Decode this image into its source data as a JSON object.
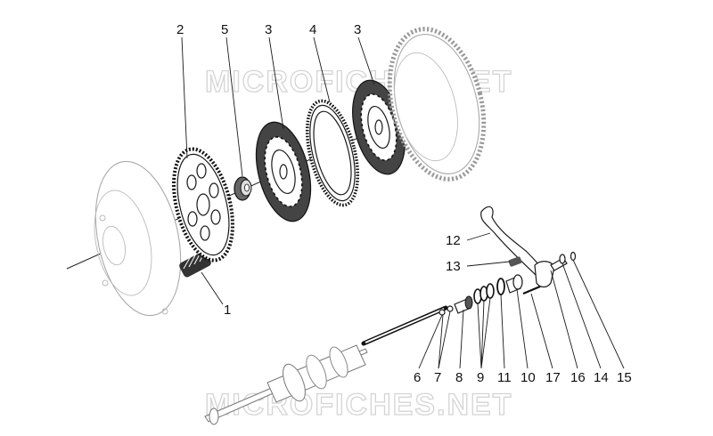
{
  "watermark": {
    "text_top": "MICROFICHES.NET",
    "text_bottom": "MICROFICHES.NET"
  },
  "callouts": [
    {
      "id": "c2",
      "label": "2"
    },
    {
      "id": "c5",
      "label": "5"
    },
    {
      "id": "c3a",
      "label": "3"
    },
    {
      "id": "c4",
      "label": "4"
    },
    {
      "id": "c3b",
      "label": "3"
    },
    {
      "id": "c1",
      "label": "1"
    },
    {
      "id": "c12",
      "label": "12"
    },
    {
      "id": "c13",
      "label": "13"
    },
    {
      "id": "c6",
      "label": "6"
    },
    {
      "id": "c7",
      "label": "7"
    },
    {
      "id": "c8",
      "label": "8"
    },
    {
      "id": "c9",
      "label": "9"
    },
    {
      "id": "c11",
      "label": "11"
    },
    {
      "id": "c10",
      "label": "10"
    },
    {
      "id": "c17",
      "label": "17"
    },
    {
      "id": "c16",
      "label": "16"
    },
    {
      "id": "c14",
      "label": "14"
    },
    {
      "id": "c15",
      "label": "15"
    }
  ]
}
